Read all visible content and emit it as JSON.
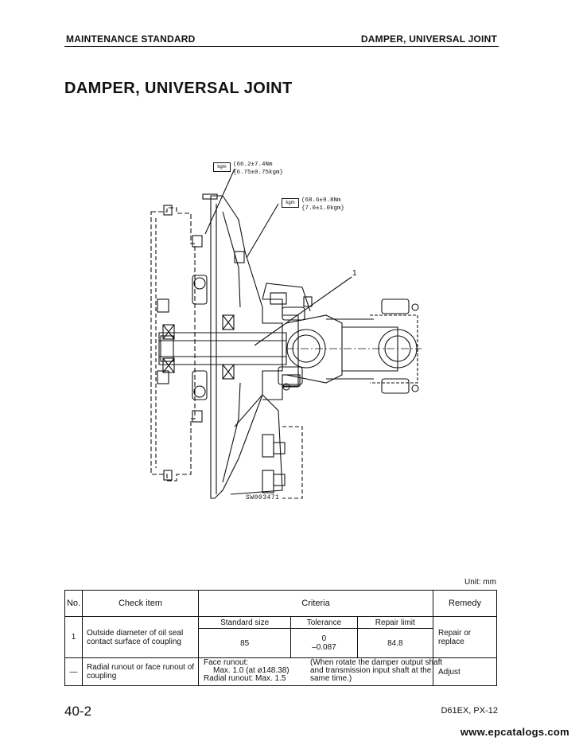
{
  "header": {
    "left": "MAINTENANCE STANDARD",
    "right": "DAMPER, UNIVERSAL JOINT"
  },
  "title": "DAMPER, UNIVERSAL JOINT",
  "figure": {
    "torque1": {
      "icon": "kgm",
      "line1": "(66.2±7.4Nm",
      "line2": "{6.75±0.75kgm}"
    },
    "torque2": {
      "icon": "kgm",
      "line1": "(68.6±9.8Nm",
      "line2": "{7.0±1.0kgm}"
    },
    "part_label": "1",
    "figure_id": "SW003471"
  },
  "unit": "Unit: mm",
  "table": {
    "headers": {
      "no": "No.",
      "item": "Check item",
      "criteria": "Criteria",
      "remedy": "Remedy"
    },
    "row1": {
      "no": "1",
      "item": "Outside diameter of oil seal contact surface of coupling",
      "sub_headers": {
        "standard": "Standard size",
        "tolerance": "Tolerance",
        "repair": "Repair limit"
      },
      "standard": "85",
      "tolerance_upper": "0",
      "tolerance_lower": "–0.087",
      "repair": "84.8",
      "remedy": "Repair or replace"
    },
    "row2": {
      "no": "—",
      "item": "Radial runout or face runout of coupling",
      "line1": "Face runout:",
      "line2": "Max. 1.0 (at ø148.38)",
      "line3": "Radial runout: Max. 1.5",
      "note": "(When rotate the damper output shaft and transmission input shaft at the same time.)",
      "remedy": "Adjust"
    }
  },
  "footer": {
    "page": "40-2",
    "model": "D61EX, PX-12"
  },
  "watermark": "www.epcatalogs.com"
}
